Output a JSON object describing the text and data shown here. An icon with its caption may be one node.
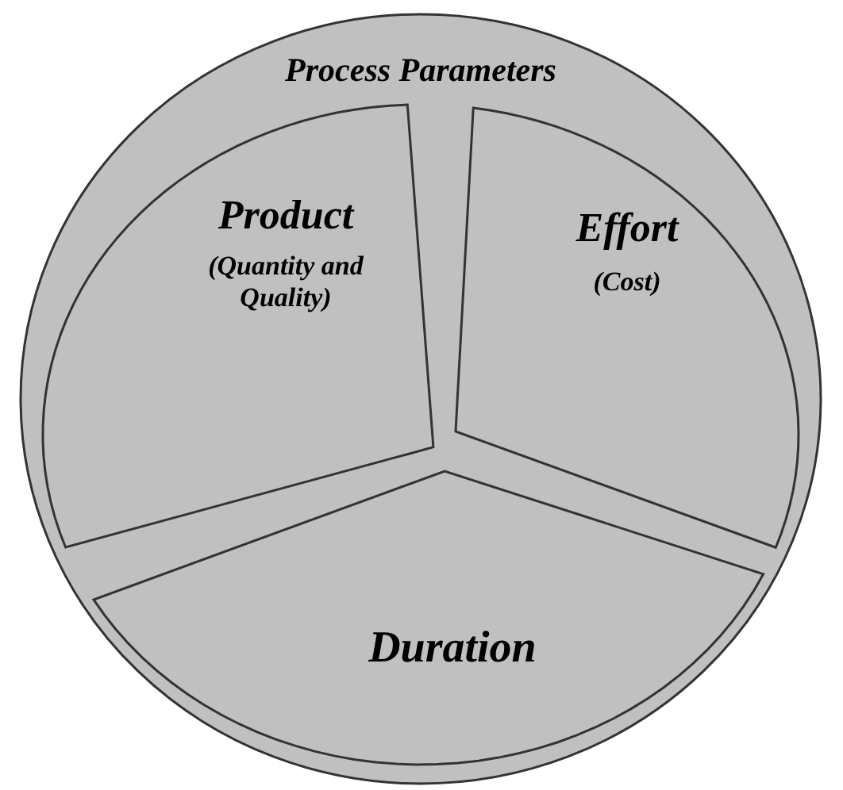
{
  "diagram": {
    "nodes": [
      {
        "text": [
          "Process Parameters"
        ]
      },
      {
        "text": [
          "Product",
          "(Quantity and Quality)"
        ],
        "in": 0
      },
      {
        "text": [
          "Effort",
          "(Cost)"
        ],
        "in": 0
      },
      {
        "text": [
          "Duration"
        ],
        "in": 0
      }
    ]
  }
}
